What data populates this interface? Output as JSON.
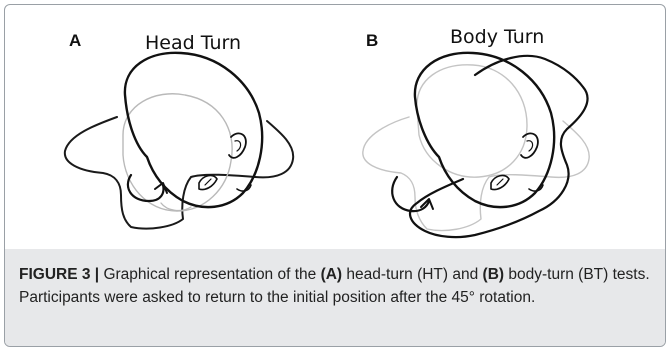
{
  "figure": {
    "panels": [
      {
        "letter": "A",
        "title": "Head Turn"
      },
      {
        "letter": "B",
        "title": "Body Turn"
      }
    ],
    "caption": {
      "label": "FIGURE 3 |",
      "text_1": " Graphical representation of the ",
      "ref_a": "(A)",
      "text_2": " head-turn (HT) and ",
      "ref_b": "(B)",
      "text_3": " body-turn (BT) tests. Participants were asked to return to the initial position after the 45° rotation."
    }
  }
}
